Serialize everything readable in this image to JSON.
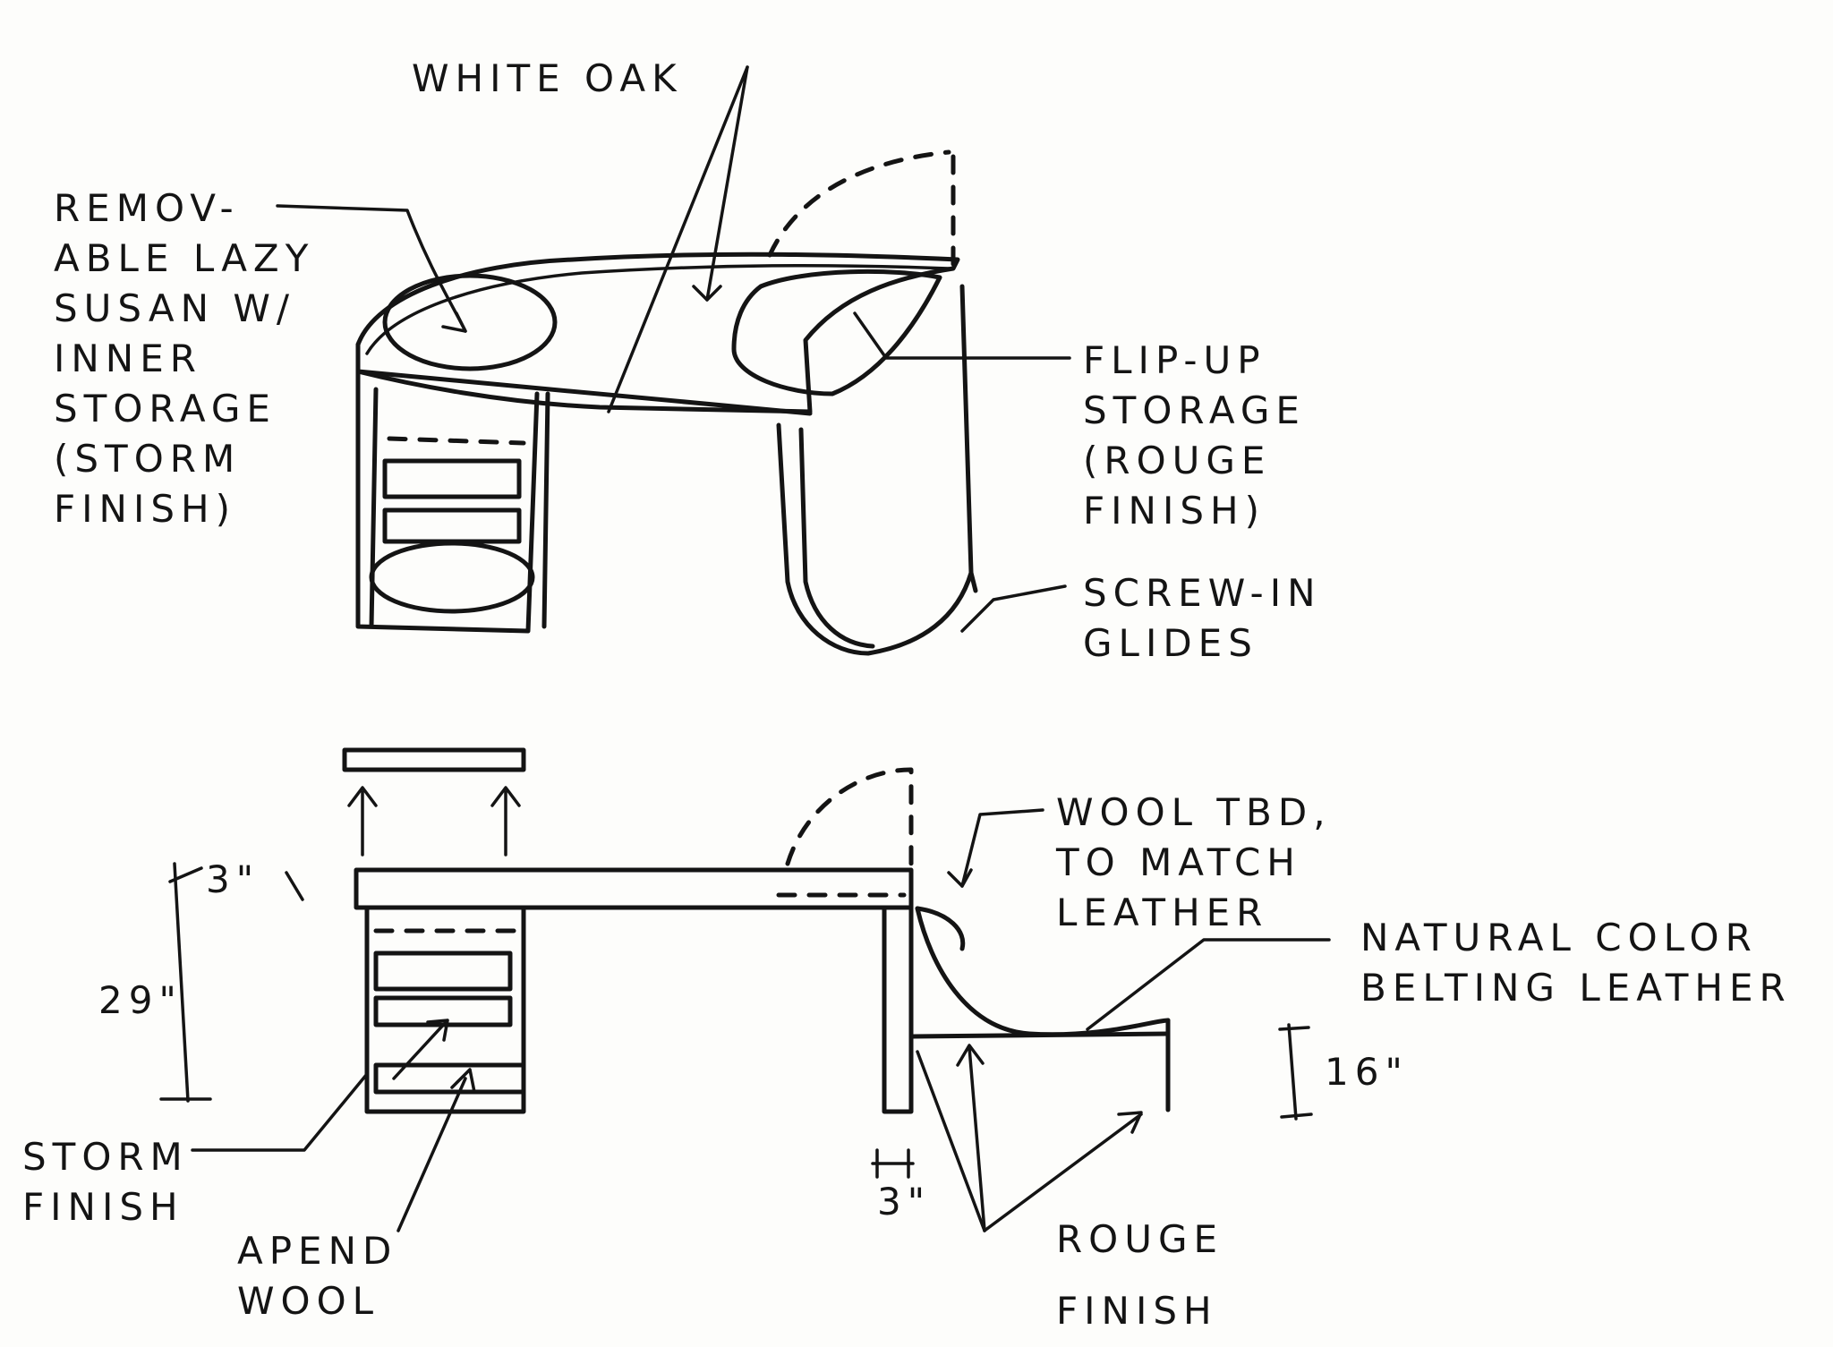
{
  "labels": {
    "white_oak": "WHITE OAK",
    "lazy_susan": [
      "REMOV-",
      "ABLE LAZY",
      "SUSAN W/",
      "INNER",
      "STORAGE",
      "(STORM",
      "FINISH)"
    ],
    "flip_up": [
      "FLIP-UP",
      "STORAGE",
      "(ROUGE",
      "FINISH)"
    ],
    "screw_in": [
      "SCREW-IN",
      "GLIDES"
    ],
    "wool_tbd": [
      "WOOL TBD,",
      "TO MATCH",
      "LEATHER"
    ],
    "natural_leather": [
      "NATURAL COLOR",
      "BELTING LEATHER"
    ],
    "storm_finish": [
      "STORM",
      "FINISH"
    ],
    "apend_wool": [
      "APEND",
      "WOOL"
    ],
    "rouge_finish": [
      "ROUGE",
      "FINISH"
    ]
  },
  "dimensions": {
    "top_thickness": "3\"",
    "height": "29\"",
    "seat_height": "16\"",
    "leg_width": "3\""
  }
}
